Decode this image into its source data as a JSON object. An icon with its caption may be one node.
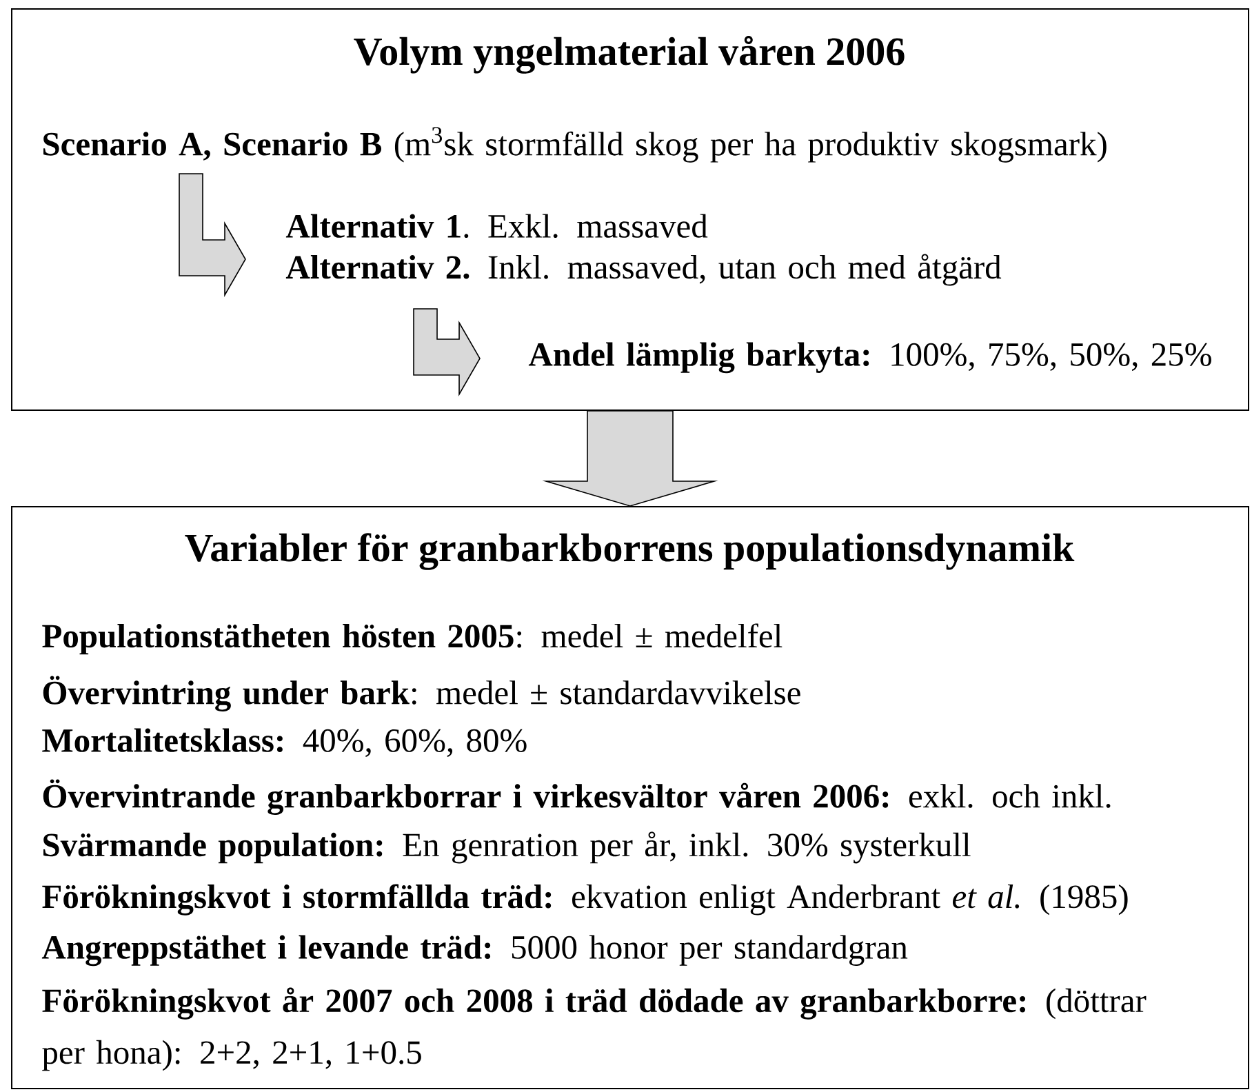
{
  "diagram": {
    "nodes": [
      {
        "text": [
          "Volym yngelmaterial våren 2006",
          "**Scenario A, Scenario B** (m$^{3}$sk stormfälld skog per ha produktiv skogsmark)",
          "**Alternativ 1**. Exkl. massaved",
          "**Alternativ 2.** Inkl. massaved, utan och med åtgärd",
          "**Andel lämplig barkyta:** 100%, 75%, 50%, 25%"
        ]
      },
      {
        "text": [
          "Variabler för granbarkborrens populationsdynamik",
          "**Populationstätheten hösten 2005**: medel ± medelfel",
          "**Övervintring under bark**: medel ± standardavvikelse",
          "**Mortalitetsklass:** 40%, 60%, 80%",
          "**Övervintrande granbarkborrar i virkesvältor våren 2006:** exkl. och inkl.",
          "**Svärmande population:** En genration per år, inkl. 30% systerkull",
          "**Förökningskvot i stormfällda träd:** ekvation enligt Anderbrant *et al.* (1985)",
          "**Angreppstäthet i levande träd:** 5000 honor per standardgran",
          "**Förökningskvot år 2007 och 2008 i träd dödade av granbarkborre:** (döttrar per hona): 2+2, 2+1, 1+0.5"
        ]
      }
    ],
    "edges": [
      {
        "from": 0,
        "to": 1,
        "arrow": "to"
      }
    ]
  }
}
